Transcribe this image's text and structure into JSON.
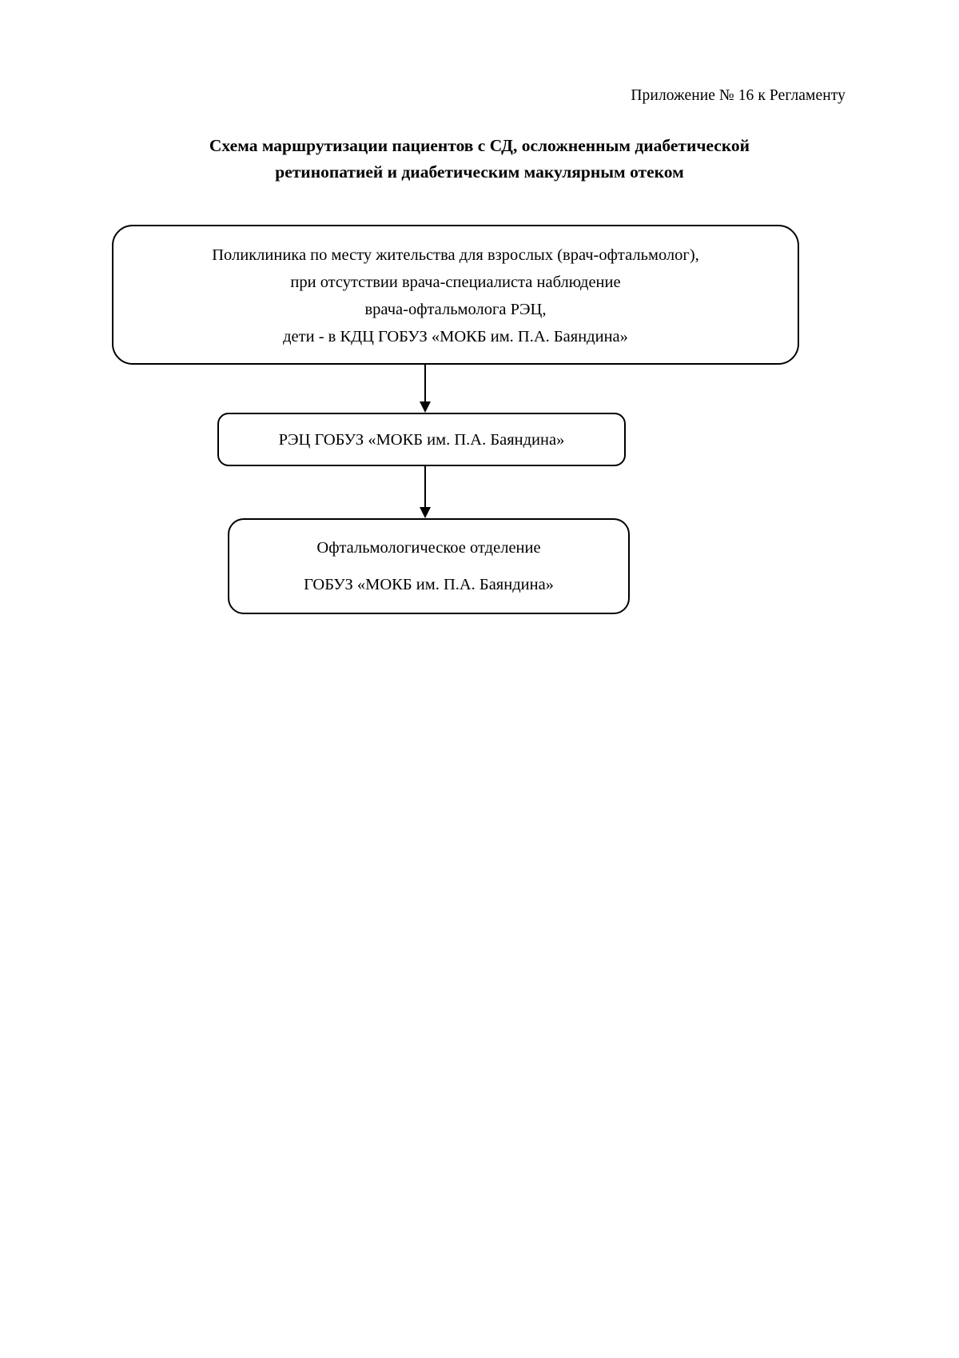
{
  "document": {
    "header_note": "Приложение № 16 к Регламенту",
    "title_lines": [
      "Схема маршрутизации пациентов с СД, осложненным диабетической",
      "ретинопатией и диабетическим макулярным отеком"
    ]
  },
  "diagram": {
    "type": "flowchart",
    "orientation": "vertical",
    "nodes": [
      {
        "id": "poliklinika",
        "shape": "rounded-rectangle",
        "lines": [
          "Поликлиника по месту жительства для взрослых (врач-офтальмолог),",
          "при отсутствии врача-специалиста наблюдение",
          "врача-офтальмолога РЭЦ,",
          "дети - в КДЦ ГОБУЗ «МОКБ им. П.А. Баяндина»"
        ]
      },
      {
        "id": "rec",
        "shape": "rounded-rectangle",
        "lines": [
          "РЭЦ ГОБУЗ «МОКБ им. П.А. Баяндина»"
        ]
      },
      {
        "id": "oftalmo",
        "shape": "rounded-rectangle",
        "lines": [
          "Офтальмологическое отделение",
          "ГОБУЗ «МОКБ им. П.А. Баяндина»"
        ]
      }
    ],
    "edges": [
      {
        "id": "edge-1",
        "from": "poliklinika",
        "to": "rec",
        "style": "solid-arrow-down",
        "label": ""
      },
      {
        "id": "edge-2",
        "from": "rec",
        "to": "oftalmo",
        "style": "solid-arrow-down",
        "label": ""
      }
    ],
    "colors": {
      "stroke": "#000000",
      "fill": "#ffffff",
      "text": "#000000"
    }
  }
}
